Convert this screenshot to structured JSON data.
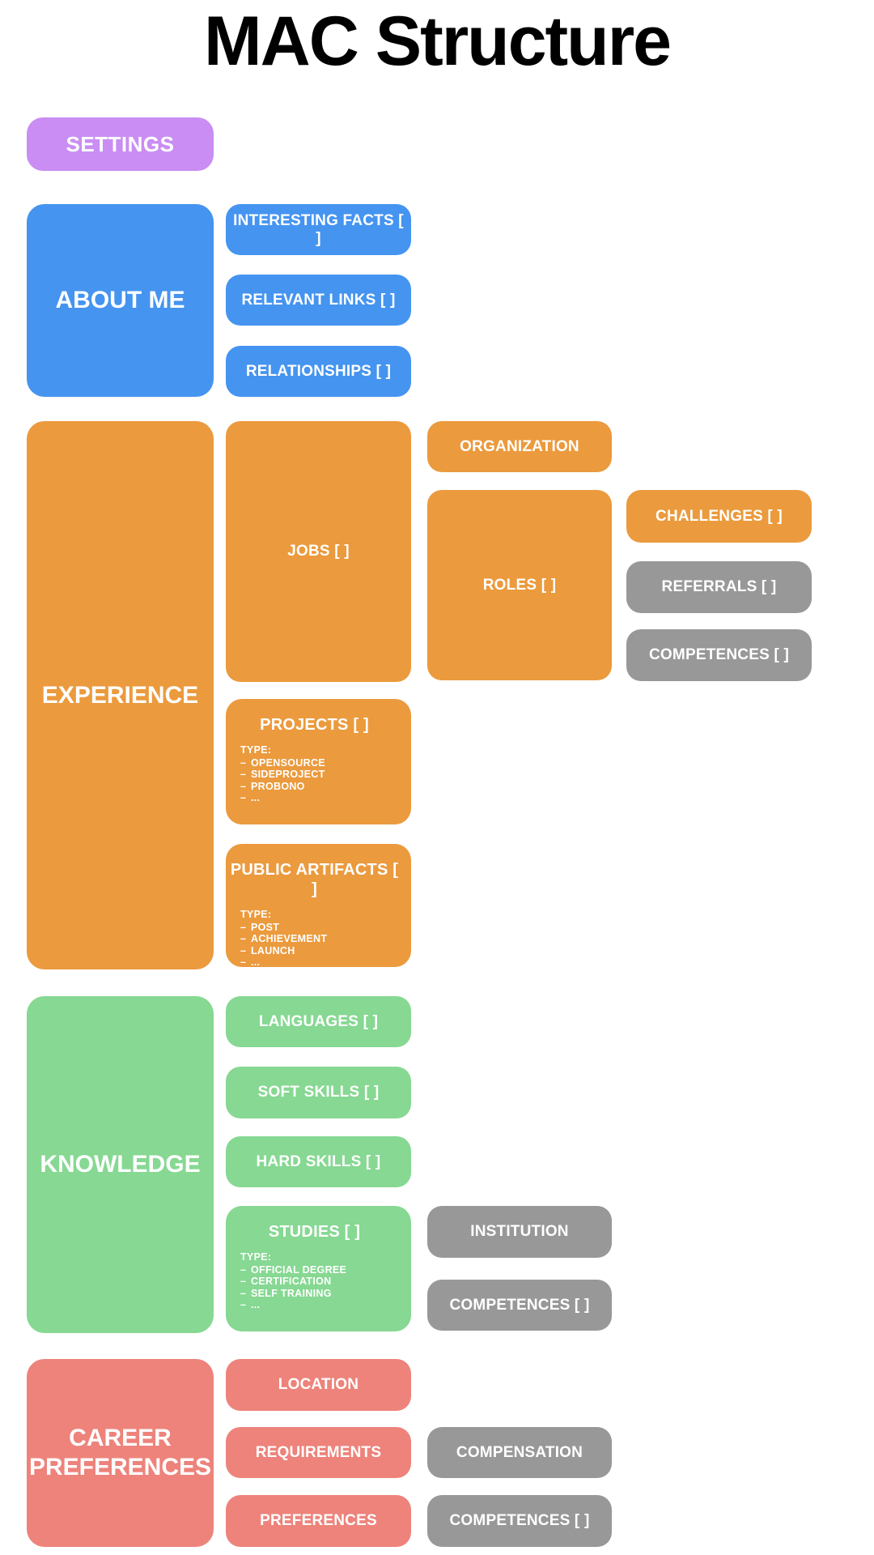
{
  "title": "MAC Structure",
  "colors": {
    "purple": "#C98DF3",
    "blue": "#4594F0",
    "orange": "#EB9A3D",
    "green": "#86D892",
    "salmon": "#ED837B",
    "gray": "#989898",
    "label_text": "#FFFFFF",
    "title_text": "#000000",
    "background": "#FFFFFF"
  },
  "nodes": {
    "settings": {
      "label": "SETTINGS"
    },
    "about_me": {
      "label": "ABOUT ME"
    },
    "interesting_facts": {
      "label": "INTERESTING FACTS [ ]"
    },
    "relevant_links": {
      "label": "RELEVANT LINKS [ ]"
    },
    "relationships": {
      "label": "RELATIONSHIPS [ ]"
    },
    "experience": {
      "label": "EXPERIENCE"
    },
    "jobs": {
      "label": "JOBS [ ]"
    },
    "organization": {
      "label": "ORGANIZATION"
    },
    "roles": {
      "label": "ROLES [ ]"
    },
    "challenges": {
      "label": "CHALLENGES [ ]"
    },
    "referrals": {
      "label": "REFERRALS [ ]"
    },
    "roles_competences": {
      "label": "COMPETENCES [ ]"
    },
    "projects": {
      "label": "PROJECTS [ ]",
      "list_title": "TYPE:",
      "items": [
        "OPENSOURCE",
        "SIDEPROJECT",
        "PROBONO",
        "..."
      ]
    },
    "public_artifacts": {
      "label": "PUBLIC ARTIFACTS [ ]",
      "list_title": "TYPE:",
      "items": [
        "POST",
        "ACHIEVEMENT",
        "LAUNCH",
        "..."
      ]
    },
    "knowledge": {
      "label": "KNOWLEDGE"
    },
    "languages": {
      "label": "LANGUAGES [ ]"
    },
    "soft_skills": {
      "label": "SOFT SKILLS [ ]"
    },
    "hard_skills": {
      "label": "HARD SKILLS [ ]"
    },
    "studies": {
      "label": "STUDIES [ ]",
      "list_title": "TYPE:",
      "items": [
        "OFFICIAL DEGREE",
        "CERTIFICATION",
        "SELF TRAINING",
        "..."
      ]
    },
    "institution": {
      "label": "INSTITUTION"
    },
    "studies_competences": {
      "label": "COMPETENCES [ ]"
    },
    "career_preferences": {
      "label": "CAREER PREFERENCES"
    },
    "location": {
      "label": "LOCATION"
    },
    "requirements": {
      "label": "REQUIREMENTS"
    },
    "preferences": {
      "label": "PREFERENCES"
    },
    "compensation": {
      "label": "COMPENSATION"
    },
    "preferences_competences": {
      "label": "COMPETENCES [ ]"
    }
  }
}
